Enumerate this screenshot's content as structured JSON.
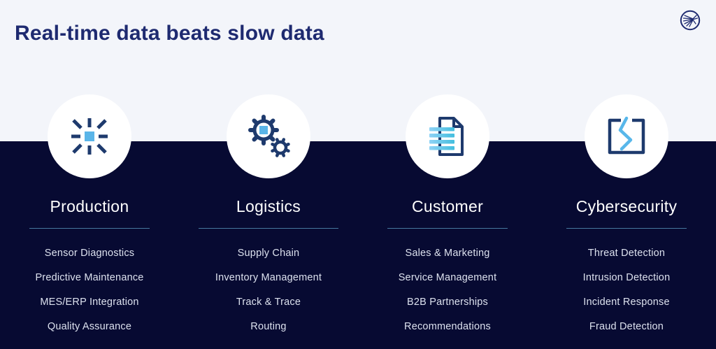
{
  "title": "Real-time data beats slow data",
  "logo_icon": "starburst-circle-logo",
  "colors": {
    "light_bg": "#f3f5fa",
    "dark_bg": "#070a32",
    "title_color": "#1e2a70",
    "icon_navy": "#1e3a6d",
    "accent_blue": "#5ab5e8",
    "divider": "#46789f",
    "item_text": "#dce1ee"
  },
  "columns": [
    {
      "heading": "Production",
      "icon": "sensor-burst-icon",
      "items": [
        "Sensor Diagnostics",
        "Predictive Maintenance",
        "MES/ERP Integration",
        "Quality Assurance"
      ]
    },
    {
      "heading": "Logistics",
      "icon": "gears-icon",
      "items": [
        "Supply Chain",
        "Inventory Management",
        "Track & Trace",
        "Routing"
      ]
    },
    {
      "heading": "Customer",
      "icon": "document-lines-icon",
      "items": [
        "Sales & Marketing",
        "Service Management",
        "B2B Partnerships",
        "Recommendations"
      ]
    },
    {
      "heading": "Cybersecurity",
      "icon": "broken-square-zigzag-icon",
      "items": [
        "Threat Detection",
        "Intrusion Detection",
        "Incident Response",
        "Fraud Detection"
      ]
    }
  ]
}
